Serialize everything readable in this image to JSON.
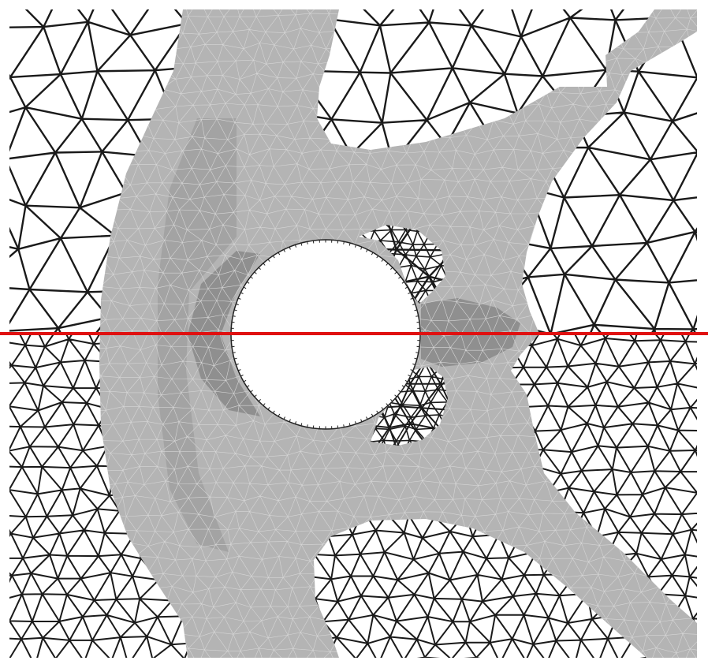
{
  "figure": {
    "description_free": true,
    "colors": {
      "background": "#ffffff",
      "coarse_mesh_stroke": "#1a1a1a",
      "body_fill": "#b4b4b4",
      "body_fill_dark": "#a3a3a3",
      "body_fill_darker": "#8f8f8f",
      "body_mesh_stroke": "#d6d6d6",
      "hole_fill": "#ffffff",
      "hole_stroke": "#222222",
      "interface_line": "#e01010"
    },
    "regions": [
      {
        "name": "upper-coarse-mesh",
        "kind": "triangular-mesh",
        "density": "coarse"
      },
      {
        "name": "lower-fine-mesh",
        "kind": "triangular-mesh",
        "density": "fine"
      },
      {
        "name": "shaded-body",
        "kind": "filled-domain"
      },
      {
        "name": "circular-hole",
        "kind": "void"
      },
      {
        "name": "interface-line",
        "kind": "horizontal-divider"
      }
    ]
  }
}
